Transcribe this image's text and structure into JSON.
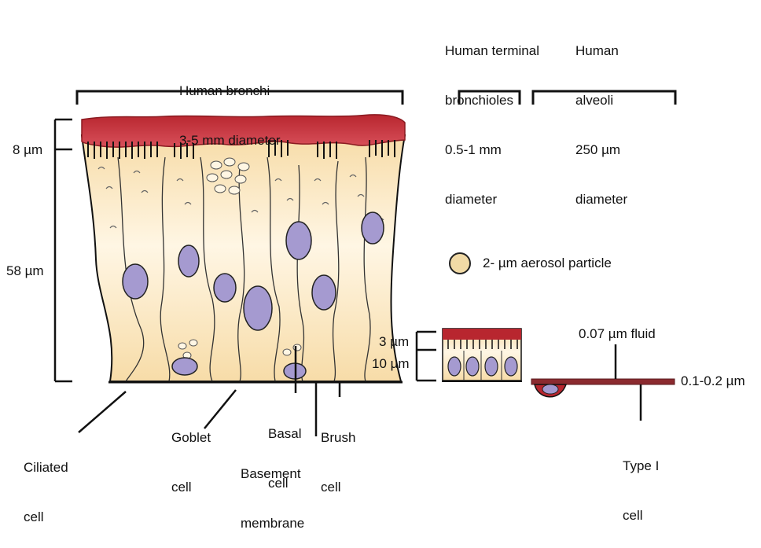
{
  "bronchi": {
    "line1": "Human bronchi",
    "line2": "3-5 mm diameter"
  },
  "bronchioles": {
    "line1": "Human terminal",
    "line2": "bronchioles",
    "line3": "0.5-1 mm",
    "line4": "diameter"
  },
  "alveoli": {
    "line1": "Human",
    "line2": "alveoli",
    "line3": "250 µm",
    "line4": "diameter"
  },
  "measures": {
    "cilia": "8 µm",
    "epithelium": "58 µm",
    "bronchiole_cilia": "3 µm",
    "bronchiole_epithelium": "10 µm",
    "fluid": "0.07 µm fluid",
    "alveolar_wall": "0.1-0.2 µm"
  },
  "particle": {
    "label": "2- µm aerosol particle"
  },
  "cells": {
    "ciliated": {
      "line1": "Ciliated",
      "line2": "cell"
    },
    "goblet": {
      "line1": "Goblet",
      "line2": "cell"
    },
    "basal": {
      "line1": "Basal",
      "line2": "cell"
    },
    "brush": {
      "line1": "Brush",
      "line2": "cell"
    },
    "basement": {
      "line1": "Basement",
      "line2": "membrane"
    },
    "type1": {
      "line1": "Type I",
      "line2": "cell"
    }
  },
  "colors": {
    "mucus": "#b8262f",
    "cell_body": "#f7dca8",
    "cell_light": "#fff6e4",
    "nucleus": "#a59ad0",
    "particle": "#f1daa6",
    "outline": "#111111"
  }
}
